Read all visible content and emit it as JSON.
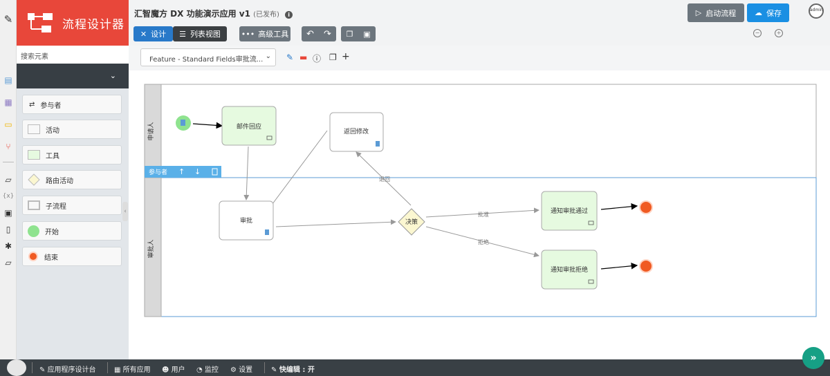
{
  "brand": {
    "title": "流程设计器"
  },
  "header": {
    "app_title": "汇智魔方 DX 功能演示应用 v1",
    "app_status": "(已发布)",
    "tab_design": "设计",
    "tab_list": "列表视图",
    "advanced_tools": "高级工具",
    "run_label": "启动流程",
    "save_label": "保存",
    "avatar_text": "admin"
  },
  "sidebar": {
    "search_placeholder": "搜索元素",
    "palette": [
      {
        "label": "参与者",
        "icon": "participant-icon"
      },
      {
        "label": "活动",
        "icon": "activity-icon"
      },
      {
        "label": "工具",
        "icon": "tool-icon"
      },
      {
        "label": "路由活动",
        "icon": "route-icon"
      },
      {
        "label": "子流程",
        "icon": "subprocess-icon"
      },
      {
        "label": "开始",
        "icon": "start-icon"
      },
      {
        "label": "结束",
        "icon": "end-icon"
      }
    ]
  },
  "process_select": {
    "value": "Feature - Standard Fields审批流..."
  },
  "diagram": {
    "lanes": [
      {
        "label": "申请人"
      },
      {
        "label": "审批人"
      }
    ],
    "lane_toolbar": {
      "label": "参与者"
    },
    "nodes": {
      "mail_reply": "邮件回应",
      "revise": "返回修改",
      "approve": "审批",
      "decision": "决策",
      "notify_pass": "通知审批通过",
      "notify_reject": "通知审批拒绝"
    },
    "edges": {
      "return": "退回",
      "approve": "批准",
      "reject": "拒绝"
    }
  },
  "footer": {
    "items": [
      "应用程序设计台",
      "所有应用",
      "用户",
      "监控",
      "设置"
    ],
    "quick_edit": "快编辑 : 开"
  },
  "colors": {
    "brand": "#e8473a",
    "primary": "#2879c9",
    "save": "#1a8fe3",
    "activity_fill": "#e6fae0",
    "start_fill": "#8fe38f",
    "end_fill": "#f05a22",
    "decision_fill": "#fbf7d1"
  }
}
